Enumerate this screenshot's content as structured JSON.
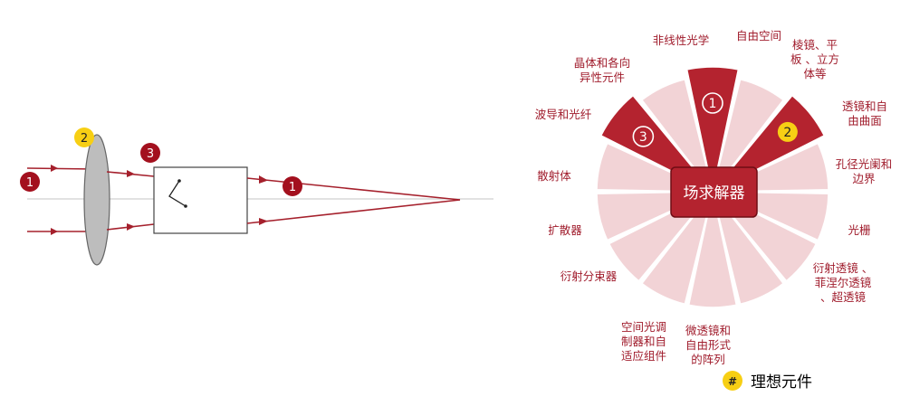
{
  "colors": {
    "dark_red": "#b4232f",
    "light_pink": "#f2d3d6",
    "ray_red": "#a5202c",
    "badge_red": "#a3101e",
    "badge_yellow": "#f7cf14",
    "lens_gray": "#bdbdbd"
  },
  "optics": {
    "badge_ray_in": "1",
    "badge_lens": "2",
    "badge_box": "3",
    "badge_ray_out": "1"
  },
  "wheel": {
    "center_label": "场求解器",
    "segments": [
      {
        "lines": [
          "自由空间"
        ],
        "highlight": true,
        "badge": "1",
        "badge_type": "red"
      },
      {
        "lines": [
          "棱镜、平",
          "板 、立方",
          "体等"
        ],
        "highlight": false
      },
      {
        "lines": [
          "透镜和自",
          "由曲面"
        ],
        "highlight": true,
        "badge": "2",
        "badge_type": "yellow"
      },
      {
        "lines": [
          "孔径光阑和",
          "边界"
        ],
        "highlight": false
      },
      {
        "lines": [
          "光栅"
        ],
        "highlight": false
      },
      {
        "lines": [
          "衍射透镜 、",
          "菲涅尔透镜",
          "、超透镜"
        ],
        "highlight": false
      },
      {
        "lines": [
          "微透镜和",
          "自由形式",
          "的阵列"
        ],
        "highlight": false
      },
      {
        "lines": [
          "空间光调",
          "制器和自",
          "适应组件"
        ],
        "highlight": false
      },
      {
        "lines": [
          "衍射分束器"
        ],
        "highlight": false
      },
      {
        "lines": [
          "扩散器"
        ],
        "highlight": false
      },
      {
        "lines": [
          "散射体"
        ],
        "highlight": false
      },
      {
        "lines": [
          "波导和光纤"
        ],
        "highlight": false
      },
      {
        "lines": [
          "晶体和各向",
          "异性元件"
        ],
        "highlight": true,
        "badge": "3",
        "badge_type": "red"
      },
      {
        "lines": [
          "非线性光学"
        ],
        "highlight": false
      }
    ]
  },
  "legend": {
    "symbol": "#",
    "text": "理想元件"
  }
}
